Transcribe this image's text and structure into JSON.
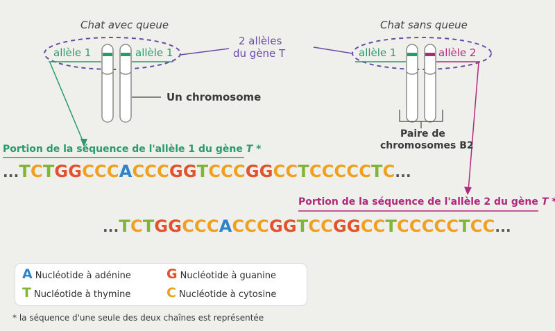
{
  "cats": {
    "with_tail": "Chat avec queue",
    "without_tail": "Chat sans queue"
  },
  "alleles": {
    "left_a": "allèle 1",
    "left_b": "allèle 1",
    "right_a": "allèle 1",
    "right_b": "allèle 2",
    "center_line1": "2 allèles",
    "center_line2": "du gène T"
  },
  "chromosome_label": "Un chromosome",
  "pair_label_line1": "Paire de",
  "pair_label_line2": "chromosomes B2",
  "portion1": {
    "prefix": "Portion de la séquence de l'allèle 1 du gène ",
    "gene": "T",
    "star": " *"
  },
  "portion2": {
    "prefix": "Portion de la séquence de l'allèle 2 du gène ",
    "gene": "T",
    "star": " *"
  },
  "sequence1": "TCTGGCCCACCCGGTCCCGGCCTCCCCCTC",
  "sequence2": "TCTGGCCCACCCGGTCCGGCCTCCCCCTCC",
  "ellipsis": "...",
  "legend": [
    {
      "letter": "A",
      "text": "Nucléotide à adénine",
      "color": "#2f84c8"
    },
    {
      "letter": "G",
      "text": "Nucléotide à guanine",
      "color": "#e0532c"
    },
    {
      "letter": "T",
      "text": "Nucléotide à thymine",
      "color": "#83b43a"
    },
    {
      "letter": "C",
      "text": "Nucléotide à cytosine",
      "color": "#f0a01e"
    }
  ],
  "footnote": "* la séquence d'une seule des deux chaînes est représentée",
  "colors": {
    "allele1": "#2a9a6a",
    "allele2": "#b0287a",
    "gene_link": "#6a4aa8",
    "dashed": "#6a4aa8"
  }
}
